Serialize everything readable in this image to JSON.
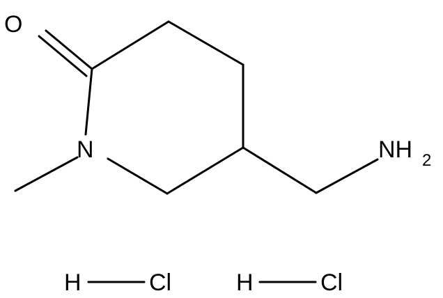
{
  "molecule": {
    "atoms": {
      "oxygen": "O",
      "ring_nitrogen": "N",
      "amine_group": "NH",
      "amine_subscript": "2"
    },
    "counterions": [
      {
        "hydrogen": "H",
        "chlorine": "Cl"
      },
      {
        "hydrogen": "H",
        "chlorine": "Cl"
      }
    ]
  },
  "colors": {
    "ink": "#000000",
    "background": "#ffffff"
  }
}
